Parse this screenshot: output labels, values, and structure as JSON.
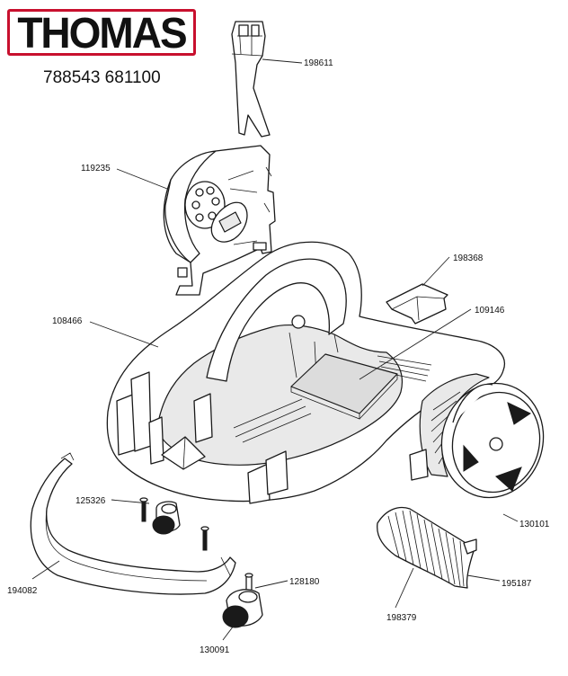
{
  "brand": {
    "logo_text": "THOMAS",
    "logo_color": "#c8102e"
  },
  "model_number": "788543 681100",
  "parts": [
    {
      "id": "p198611",
      "label": "198611"
    },
    {
      "id": "p119235",
      "label": "119235"
    },
    {
      "id": "p198368",
      "label": "198368"
    },
    {
      "id": "p109146",
      "label": "109146"
    },
    {
      "id": "p108466",
      "label": "108466"
    },
    {
      "id": "p125326",
      "label": "125326"
    },
    {
      "id": "p130101",
      "label": "130101"
    },
    {
      "id": "p195187",
      "label": "195187"
    },
    {
      "id": "p128180",
      "label": "128180"
    },
    {
      "id": "p194082",
      "label": "194082"
    },
    {
      "id": "p198379",
      "label": "198379"
    },
    {
      "id": "p130091",
      "label": "130091"
    }
  ]
}
